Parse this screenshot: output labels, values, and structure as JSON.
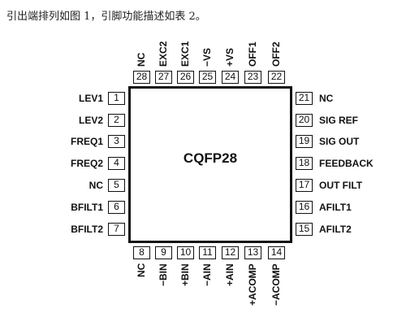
{
  "caption": "引出端排列如图 1，引脚功能描述如表 2。",
  "chip": {
    "name": "CQFP28"
  },
  "pins": {
    "left": [
      {
        "num": "1",
        "name": "LEV1"
      },
      {
        "num": "2",
        "name": "LEV2"
      },
      {
        "num": "3",
        "name": "FREQ1"
      },
      {
        "num": "4",
        "name": "FREQ2"
      },
      {
        "num": "5",
        "name": "NC"
      },
      {
        "num": "6",
        "name": "BFILT1"
      },
      {
        "num": "7",
        "name": "BFILT2"
      }
    ],
    "bottom": [
      {
        "num": "8",
        "name": "NC"
      },
      {
        "num": "9",
        "name": "−BIN"
      },
      {
        "num": "10",
        "name": "+BIN"
      },
      {
        "num": "11",
        "name": "−AIN"
      },
      {
        "num": "12",
        "name": "+AIN"
      },
      {
        "num": "13",
        "name": "+ACOMP"
      },
      {
        "num": "14",
        "name": "−ACOMP"
      }
    ],
    "right": [
      {
        "num": "21",
        "name": "NC"
      },
      {
        "num": "20",
        "name": "SIG REF"
      },
      {
        "num": "19",
        "name": "SIG OUT"
      },
      {
        "num": "18",
        "name": "FEEDBACK"
      },
      {
        "num": "17",
        "name": "OUT FILT"
      },
      {
        "num": "16",
        "name": "AFILT1"
      },
      {
        "num": "15",
        "name": "AFILT2"
      }
    ],
    "top": [
      {
        "num": "28",
        "name": "NC"
      },
      {
        "num": "27",
        "name": "EXC2"
      },
      {
        "num": "26",
        "name": "EXC1"
      },
      {
        "num": "25",
        "name": "−VS"
      },
      {
        "num": "24",
        "name": "+VS"
      },
      {
        "num": "23",
        "name": "OFF1"
      },
      {
        "num": "22",
        "name": "OFF2"
      }
    ]
  }
}
